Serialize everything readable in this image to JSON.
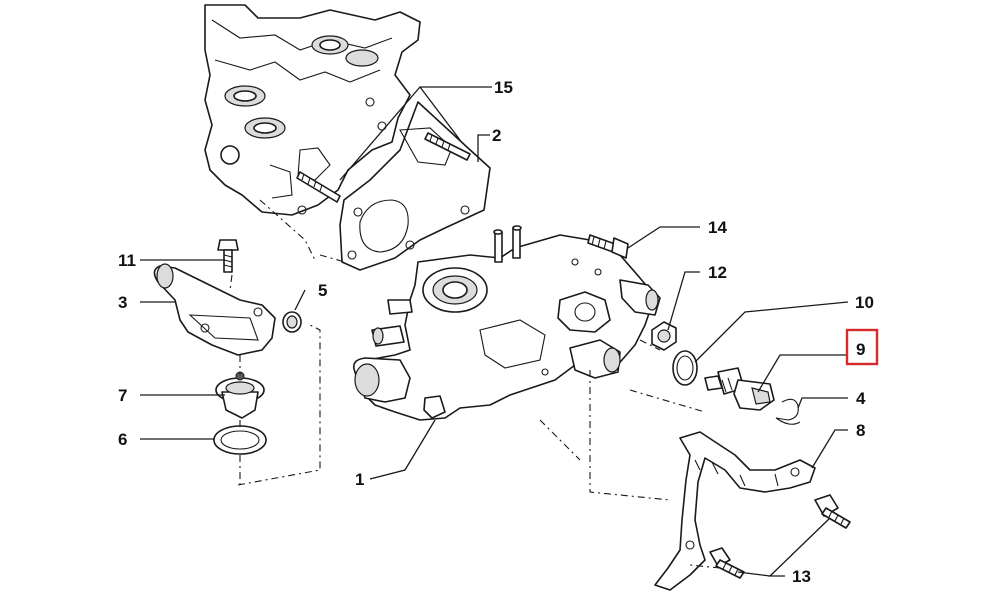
{
  "colors": {
    "line": "#1a1a1a",
    "highlight": "#d62b2b",
    "background": "#ffffff"
  },
  "callouts": {
    "c1": "1",
    "c2": "2",
    "c3": "3",
    "c4": "4",
    "c5": "5",
    "c6": "6",
    "c7": "7",
    "c8": "8",
    "c9": "9",
    "c10": "10",
    "c11": "11",
    "c12": "12",
    "c13": "13",
    "c14": "14",
    "c15": "15"
  },
  "highlighted_callout": "9"
}
